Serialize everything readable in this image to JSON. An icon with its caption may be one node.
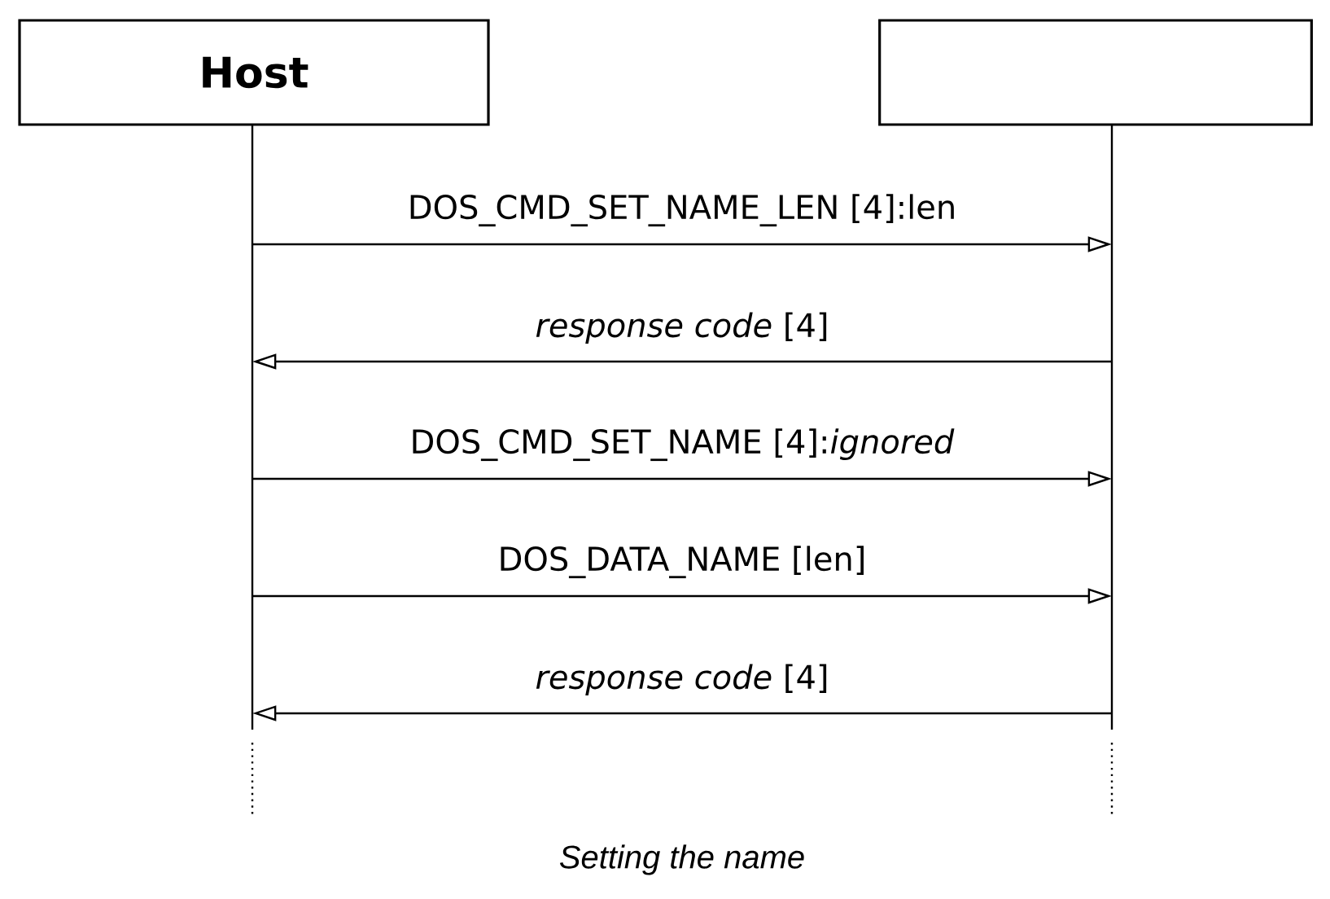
{
  "diagram": {
    "caption": "Setting the name",
    "nodes": [
      {
        "text": [
          "Host"
        ]
      },
      {
        "text": [],
        "shape": "box"
      }
    ],
    "edges": [
      {
        "from": 0,
        "to": 1,
        "arrow": "to",
        "label": "DOS_CMD_SET_NAME_LEN [4]:len"
      },
      {
        "from": 1,
        "to": 0,
        "arrow": "to",
        "label": "*response code* [4]"
      },
      {
        "from": 0,
        "to": 1,
        "arrow": "to",
        "label": "DOS_CMD_SET_NAME [4]:*ignored*"
      },
      {
        "from": 0,
        "to": 1,
        "arrow": "to",
        "label": "DOS_DATA_NAME [len]"
      },
      {
        "from": 1,
        "to": 0,
        "arrow": "to",
        "label": "*response code* [4]"
      }
    ]
  }
}
